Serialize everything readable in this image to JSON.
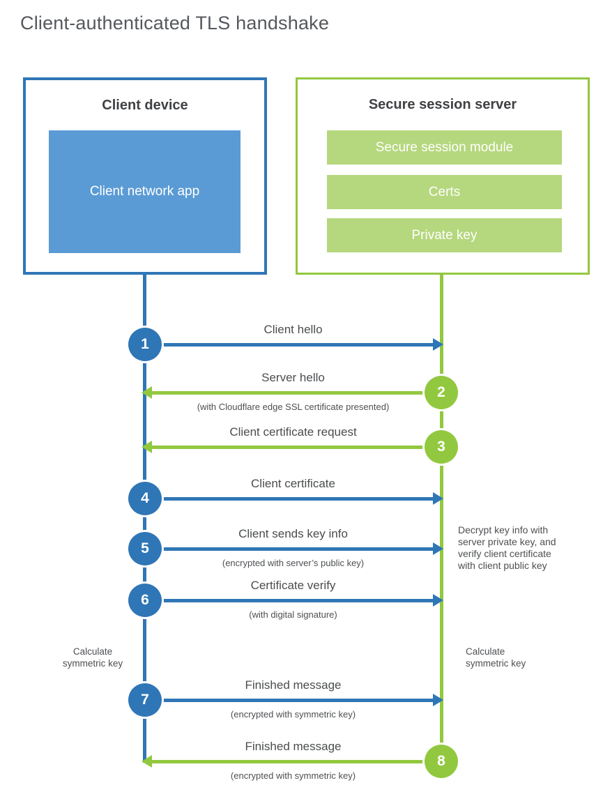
{
  "title": "Client-authenticated TLS handshake",
  "colors": {
    "client_accent": "#2f76b6",
    "client_fill": "#5b9bd5",
    "server_accent": "#92c83f",
    "server_fill": "#b5d77d",
    "heading_text": "#3f4144",
    "label_text": "#4a4c4e"
  },
  "client": {
    "title": "Client device",
    "app": "Client network app"
  },
  "server": {
    "title": "Secure session server",
    "modules": [
      "Secure session module",
      "Certs",
      "Private key"
    ]
  },
  "flows": [
    {
      "step": "1",
      "from": "client",
      "direction": "client-to-server",
      "label": "Client hello",
      "sublabel": ""
    },
    {
      "step": "2",
      "from": "server",
      "direction": "server-to-client",
      "label": "Server hello",
      "sublabel": "(with Cloudflare edge SSL certificate presented)"
    },
    {
      "step": "3",
      "from": "server",
      "direction": "server-to-client",
      "label": "Client certificate request",
      "sublabel": ""
    },
    {
      "step": "4",
      "from": "client",
      "direction": "client-to-server",
      "label": "Client certificate",
      "sublabel": ""
    },
    {
      "step": "5",
      "from": "client",
      "direction": "client-to-server",
      "label": "Client sends key info",
      "sublabel": "(encrypted with server’s public key)"
    },
    {
      "step": "6",
      "from": "client",
      "direction": "client-to-server",
      "label": "Certificate verify",
      "sublabel": "(with digital signature)"
    },
    {
      "step": "7",
      "from": "client",
      "direction": "client-to-server",
      "label": "Finished message",
      "sublabel": "(encrypted with symmetric key)"
    },
    {
      "step": "8",
      "from": "server",
      "direction": "server-to-client",
      "label": "Finished message",
      "sublabel": "(encrypted with symmetric key)"
    }
  ],
  "annotations": {
    "server_note_lines": [
      "Decrypt key info with",
      "server private key, and",
      "verify client certificate",
      "with client public key"
    ],
    "client_calc": "Calculate symmetric key",
    "server_calc": "Calculate symmetric key"
  }
}
